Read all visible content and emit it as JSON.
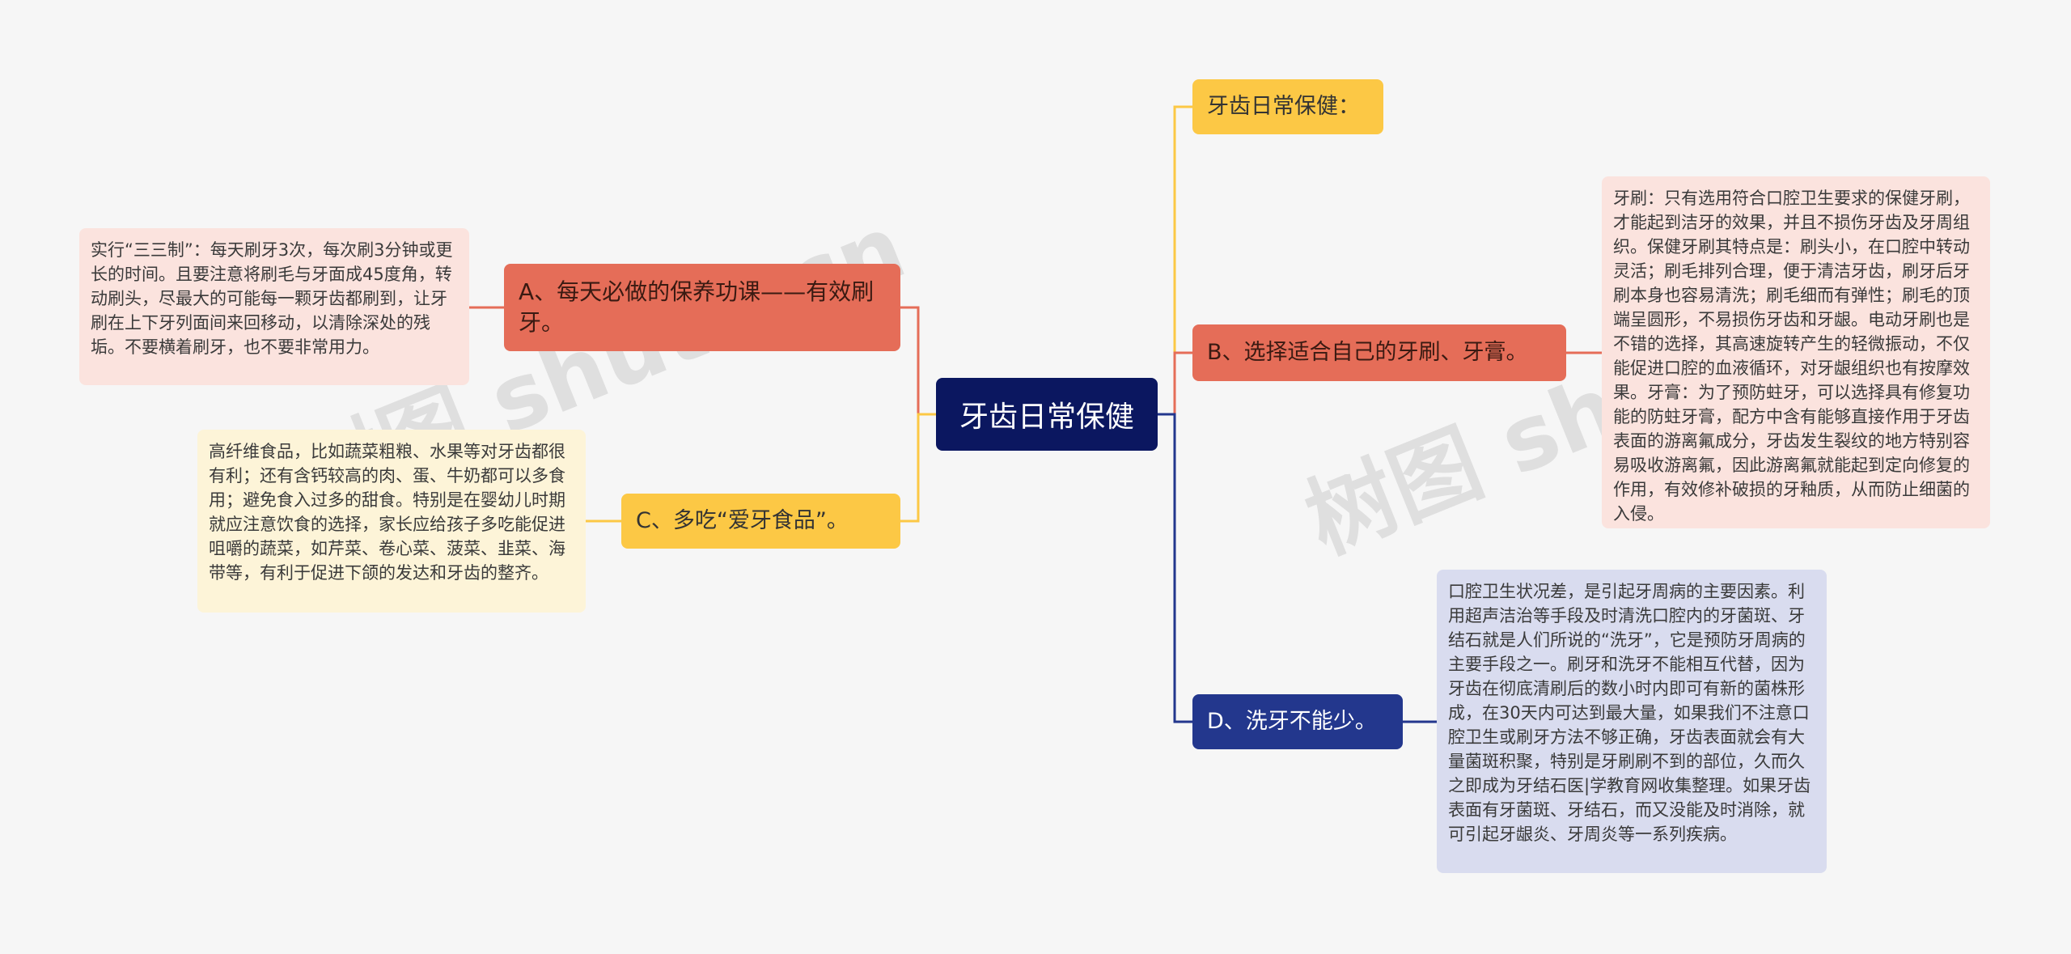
{
  "root": {
    "label": "牙齿日常保健"
  },
  "branches": {
    "top": {
      "label": "牙齿日常保健："
    },
    "a": {
      "label": "A、每天必做的保养功课——有效刷牙。"
    },
    "b": {
      "label": "B、选择适合自己的牙刷、牙膏。"
    },
    "c": {
      "label": "C、多吃“爱牙食品”。"
    },
    "d": {
      "label": "D、洗牙不能少。"
    }
  },
  "leaves": {
    "a": "实行“三三制”：每天刷牙3次，每次刷3分钟或更长的时间。且要注意将刷毛与牙面成45度角，转动刷头，尽最大的可能每一颗牙齿都刷到，让牙刷在上下牙列面间来回移动，以清除深处的残垢。不要横着刷牙，也不要非常用力。",
    "b": "牙刷：只有选用符合口腔卫生要求的保健牙刷，才能起到洁牙的效果，并且不损伤牙齿及牙周组织。保健牙刷其特点是：刷头小，在口腔中转动灵活；刷毛排列合理，便于清洁牙齿，刷牙后牙刷本身也容易清洗；刷毛细而有弹性；刷毛的顶端呈圆形，不易损伤牙齿和牙龈。电动牙刷也是不错的选择，其高速旋转产生的轻微振动，不仅能促进口腔的血液循环，对牙龈组织也有按摩效果。牙膏：为了预防蛀牙，可以选择具有修复功能的防蛀牙膏，配方中含有能够直接作用于牙齿表面的游离氟成分，牙齿发生裂纹的地方特别容易吸收游离氟，因此游离氟就能起到定向修复的作用，有效修补破损的牙釉质，从而防止细菌的入侵。",
    "c": "高纤维食品，比如蔬菜粗粮、水果等对牙齿都很有利；还有含钙较高的肉、蛋、牛奶都可以多食用；避免食入过多的甜食。特别是在婴幼儿时期就应注意饮食的选择，家长应给孩子多吃能促进咀嚼的蔬菜，如芹菜、卷心菜、菠菜、韭菜、海带等，有利于促进下颌的发达和牙齿的整齐。",
    "d": "口腔卫生状况差，是引起牙周病的主要因素。利用超声洁治等手段及时清洗口腔内的牙菌斑、牙结石就是人们所说的“洗牙”，它是预防牙周病的主要手段之一。刷牙和洗牙不能相互代替，因为牙齿在彻底清刷后的数小时内即可有新的菌株形成，在30天内可达到最大量，如果我们不注意口腔卫生或刷牙方法不够正确，牙齿表面就会有大量菌斑积聚，特别是牙刷刷不到的部位，久而久之即成为牙结石医|学教育网收集整理。如果牙齿表面有牙菌斑、牙结石，而又没能及时消除，就可引起牙龈炎、牙周炎等一系列疾病。"
  },
  "watermark": {
    "left": "树图 shutu.cn",
    "right": "树图 shu"
  },
  "colors": {
    "root": "#0b1760",
    "red": "#e56d58",
    "yellow": "#fcc845",
    "blue": "#23378d"
  }
}
